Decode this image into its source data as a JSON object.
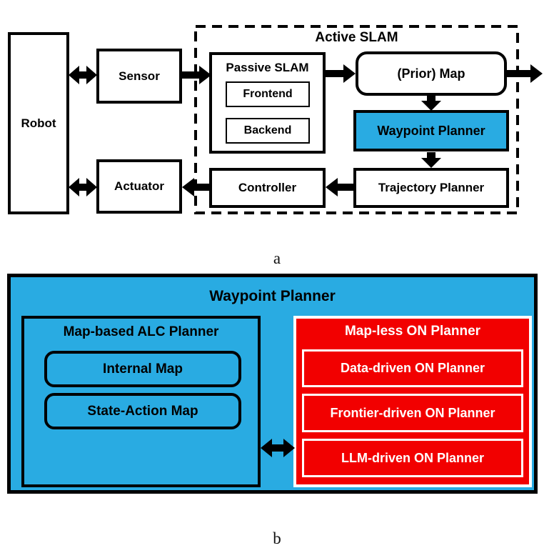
{
  "colors": {
    "cyan": "#29ABE2",
    "red": "#F20000",
    "black": "#000000",
    "white": "#FFFFFF"
  },
  "figure_a": {
    "label": "a",
    "active_slam_title": "Active SLAM",
    "boxes": {
      "robot": "Robot",
      "sensor": "Sensor",
      "actuator": "Actuator",
      "passive_slam": "Passive SLAM",
      "frontend": "Frontend",
      "backend": "Backend",
      "prior_map": "(Prior) Map",
      "waypoint_planner": "Waypoint Planner",
      "trajectory_planner": "Trajectory Planner",
      "controller": "Controller"
    }
  },
  "figure_b": {
    "label": "b",
    "title": "Waypoint Planner",
    "map_based": {
      "title": "Map-based ALC Planner",
      "items": [
        "Internal Map",
        "State-Action Map"
      ]
    },
    "map_less": {
      "title": "Map-less ON Planner",
      "items": [
        "Data-driven ON Planner",
        "Frontier-driven ON Planner",
        "LLM-driven ON Planner"
      ]
    }
  }
}
